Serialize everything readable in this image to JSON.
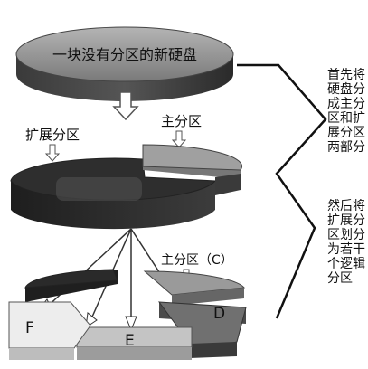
{
  "title": "一块没有分区的新硬盘",
  "label_extended": "扩展分区",
  "label_primary_top": "主分区",
  "label_primary_c": "主分区（C）",
  "drives": {
    "f": "F",
    "e": "E",
    "d": "D"
  },
  "explain_1": [
    "首先将",
    "硬盘分",
    "成主分",
    "区和扩",
    "展分区",
    "两部分"
  ],
  "explain_2": [
    "然后将",
    "扩展分",
    "区划分",
    "为若干",
    "个逻辑",
    "分区"
  ],
  "colors": {
    "dark": "#2b2b2b",
    "mid": "#8c8c8c",
    "light": "#d9d9d9",
    "white": "#f4f4f4"
  }
}
